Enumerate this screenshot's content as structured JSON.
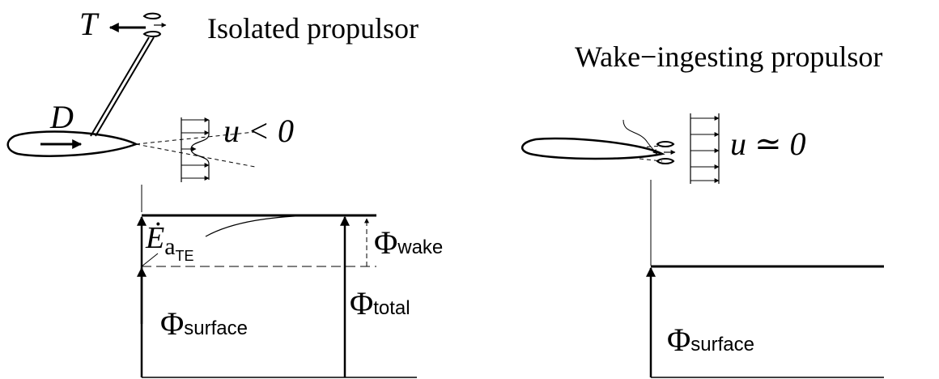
{
  "left_panel": {
    "title": "Isolated propulsor",
    "thrust_symbol": "T",
    "drag_symbol": "D",
    "velocity_condition": "u < 0",
    "phi_symbol": "Φ",
    "phi_surface_sub": "surface",
    "phi_total_sub": "total",
    "phi_wake_sub": "wake",
    "edot_symbol": "Ė",
    "edot_sub": "a",
    "edot_subsub": "TE"
  },
  "right_panel": {
    "title": "Wake−ingesting propulsor",
    "velocity_condition": "u ≃ 0",
    "phi_symbol": "Φ",
    "phi_surface_sub": "surface"
  },
  "colors": {
    "ink": "#000000",
    "background": "#ffffff"
  }
}
